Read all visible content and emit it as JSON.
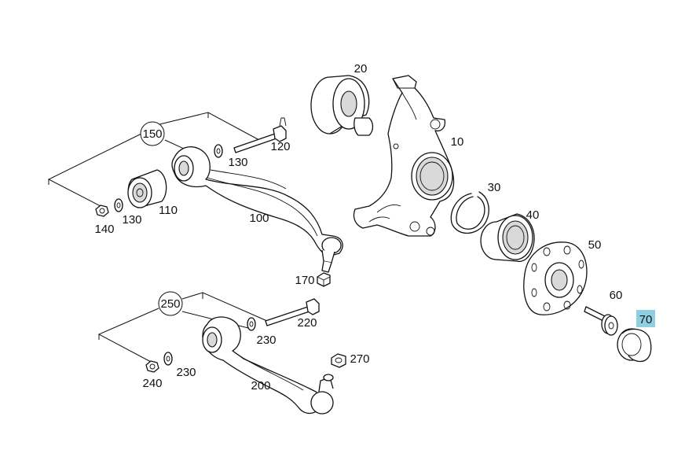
{
  "parts": {
    "p10": "10",
    "p20": "20",
    "p30": "30",
    "p40": "40",
    "p50": "50",
    "p60": "60",
    "p70": "70",
    "p100": "100",
    "p110": "110",
    "p120": "120",
    "p130a": "130",
    "p130b": "130",
    "p140": "140",
    "p150": "150",
    "p170": "170",
    "p200": "200",
    "p220": "220",
    "p230a": "230",
    "p230b": "230",
    "p240": "240",
    "p250": "250",
    "p270": "270"
  },
  "colors": {
    "highlight": "#8fcfe0",
    "line": "#111111",
    "background": "#ffffff"
  },
  "highlighted_part": "70"
}
